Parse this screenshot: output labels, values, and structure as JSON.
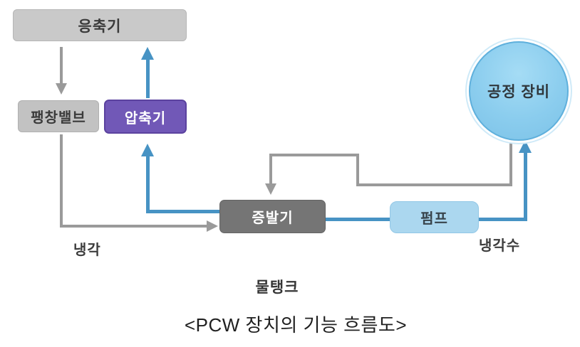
{
  "diagram": {
    "caption": "<PCW 장치의 기능 흐름도>",
    "nodes": {
      "condenser": {
        "label": "응축기"
      },
      "expansion_valve": {
        "label": "팽창밸브"
      },
      "compressor": {
        "label": "압축기"
      },
      "evaporator": {
        "label": "증발기"
      },
      "pump": {
        "label": "펌프"
      },
      "process_equipment": {
        "label": "공정 장비"
      }
    },
    "labels": {
      "cooling": "냉각",
      "cooling_water": "냉각수",
      "water_tank": "물탱크"
    },
    "colors": {
      "box_gray": "#c9c9c9",
      "box_gray_dark_text": "#3b3b3b",
      "box_purple": "#7158b7",
      "box_dark_gray": "#757575",
      "box_light_blue": "#abd7ef",
      "circle_blue_fill": "#8bcdee",
      "circle_blue_border": "#5fb0dc",
      "line_gray": "#9a9a9a",
      "line_blue": "#4793c4",
      "caption_text": "#1f1f1f"
    }
  }
}
